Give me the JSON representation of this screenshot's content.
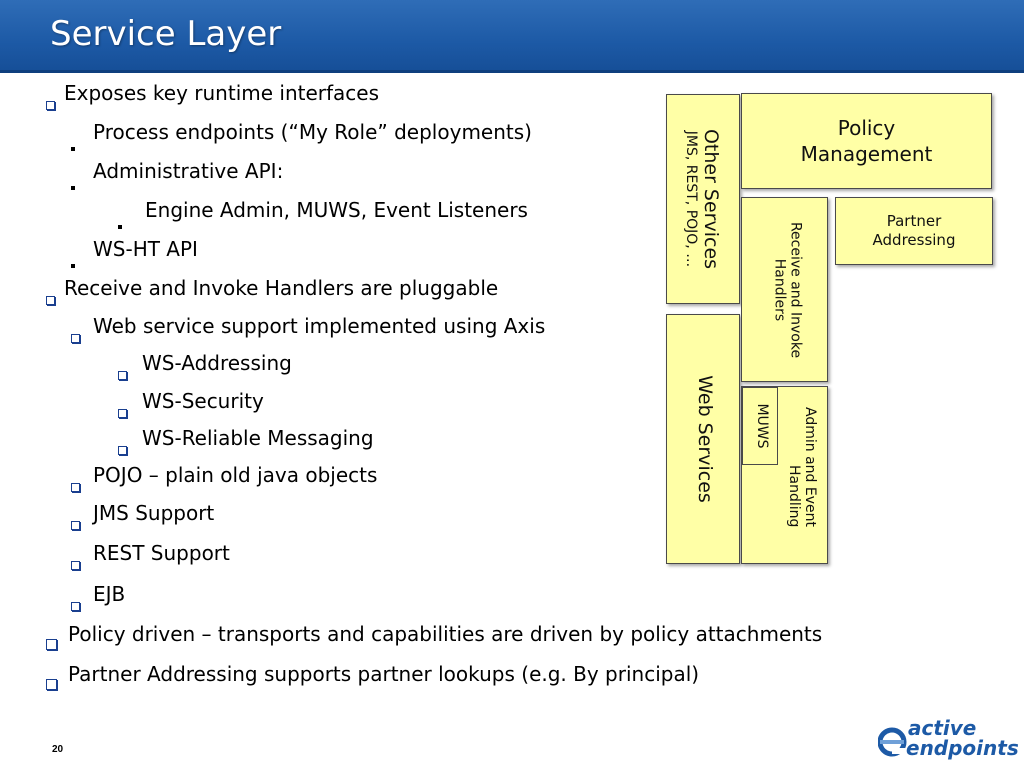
{
  "slide": {
    "title": "Service Layer",
    "page_number": "20"
  },
  "bullets": [
    {
      "text": "Exposes key runtime interfaces",
      "level": 1,
      "marker": "hollow-square"
    },
    {
      "text": "Process endpoints (“My Role” deployments)",
      "level": 2,
      "marker": "small-square"
    },
    {
      "text": "Administrative API:",
      "level": 2,
      "marker": "small-square"
    },
    {
      "text": "Engine Admin, MUWS, Event Listeners",
      "level": 3,
      "marker": "small-square"
    },
    {
      "text": "WS-HT API",
      "level": 2,
      "marker": "small-square"
    },
    {
      "text": "Receive and Invoke Handlers are pluggable",
      "level": 1,
      "marker": "hollow-square"
    },
    {
      "text": "Web service support implemented using Axis",
      "level": 2,
      "marker": "hollow-square"
    },
    {
      "text": "WS-Addressing",
      "level": 3,
      "marker": "hollow-square"
    },
    {
      "text": "WS-Security",
      "level": 3,
      "marker": "hollow-square"
    },
    {
      "text": "WS-Reliable Messaging",
      "level": 3,
      "marker": "hollow-square"
    },
    {
      "text": "POJO – plain old java objects",
      "level": 2,
      "marker": "hollow-square"
    },
    {
      "text": "JMS Support",
      "level": 2,
      "marker": "hollow-square"
    },
    {
      "text": "REST Support",
      "level": 2,
      "marker": "hollow-square"
    },
    {
      "text": "EJB",
      "level": 2,
      "marker": "hollow-square"
    },
    {
      "text": "Policy driven – transports and capabilities are driven by policy attachments",
      "level": 1,
      "marker": "hollow-square-large"
    },
    {
      "text": "Partner Addressing supports partner lookups (e.g. By principal)",
      "level": 1,
      "marker": "hollow-square-large"
    }
  ],
  "diagram": {
    "other_services": {
      "title": "Other Services",
      "subtitle": "JMS, REST, POJO, …"
    },
    "web_services": {
      "label": "Web Services"
    },
    "policy_management": {
      "line1": "Policy",
      "line2": "Management"
    },
    "partner_addressing": {
      "line1": "Partner",
      "line2": "Addressing"
    },
    "receive_invoke": {
      "line1": "Receive and Invoke",
      "line2": "Handlers"
    },
    "admin_event": {
      "line1": "Admin and  Event",
      "line2": "Handling"
    },
    "muws": {
      "label": "MUWS"
    },
    "box_color": "#ffffa6"
  },
  "logo": {
    "word1": "active",
    "word2": "endpoints",
    "color": "#1d5aa6"
  }
}
